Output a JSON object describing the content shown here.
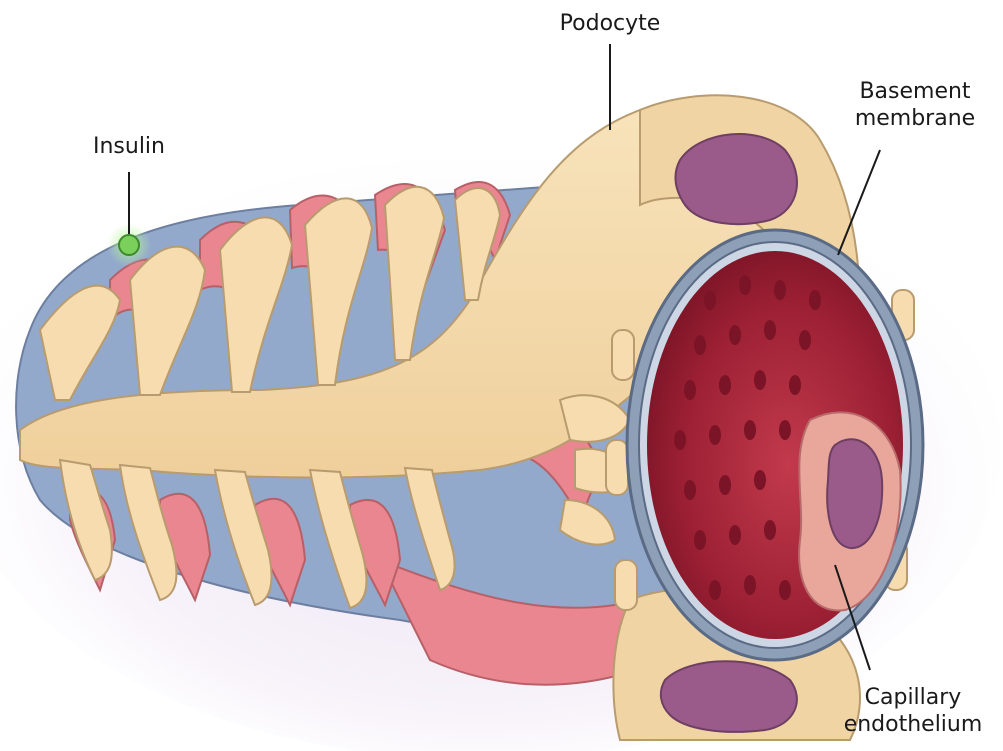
{
  "labels": {
    "podocyte": "Podocyte",
    "insulin": "Insulin",
    "basement_line1": "Basement",
    "basement_line2": "membrane",
    "capillary_line1": "Capillary",
    "capillary_line2": "endothelium"
  },
  "colors": {
    "podocyte": "#f6dcae",
    "podocyte_outline": "#b89b6e",
    "foot_process_red": "#e9868f",
    "foot_process_blue": "#93a9cc",
    "capillary_lumen": "#a52a3c",
    "basement_membrane": "#8ea0b8",
    "nucleus": "#9a5b8a",
    "insulin": "#7bd05c"
  }
}
